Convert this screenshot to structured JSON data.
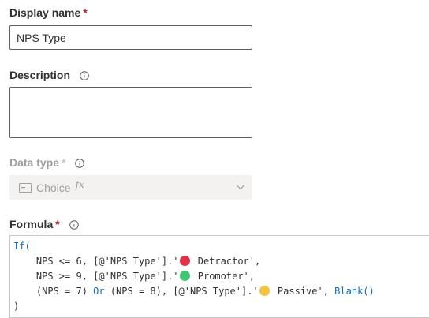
{
  "display_name": {
    "label": "Display name",
    "required_mark": "*",
    "value": "NPS Type"
  },
  "description": {
    "label": "Description",
    "value": ""
  },
  "data_type": {
    "label": "Data type",
    "required_mark": "*",
    "selected": "Choice",
    "fx_glyph": "fx"
  },
  "formula": {
    "label": "Formula",
    "required_mark": "*",
    "lines": {
      "l1": {
        "fn": "If("
      },
      "l2": {
        "pre": "    NPS <= 6, [@'NPS Type'].'",
        "post": " Detractor',"
      },
      "l3": {
        "pre": "    NPS >= 9, [@'NPS Type'].'",
        "post": " Promoter',"
      },
      "l4": {
        "pre_a": "    (NPS = 7) ",
        "or": "Or",
        "pre_b": " (NPS = 8), [@'NPS Type'].'",
        "post": " Passive', ",
        "blank": "Blank()"
      },
      "l5": {
        "close": ")"
      }
    }
  },
  "colors": {
    "required": "#a4262c",
    "keyword": "#0f6dbd",
    "detractor": "#e0334a",
    "promoter": "#3ec76f",
    "passive": "#f3c342"
  },
  "icons": {
    "info": "info-icon",
    "choice": "choice-field-icon",
    "dropdown": "chevron-down-icon",
    "detractor": "red-circle-emoji-icon",
    "promoter": "green-circle-emoji-icon",
    "passive": "yellow-circle-emoji-icon"
  }
}
